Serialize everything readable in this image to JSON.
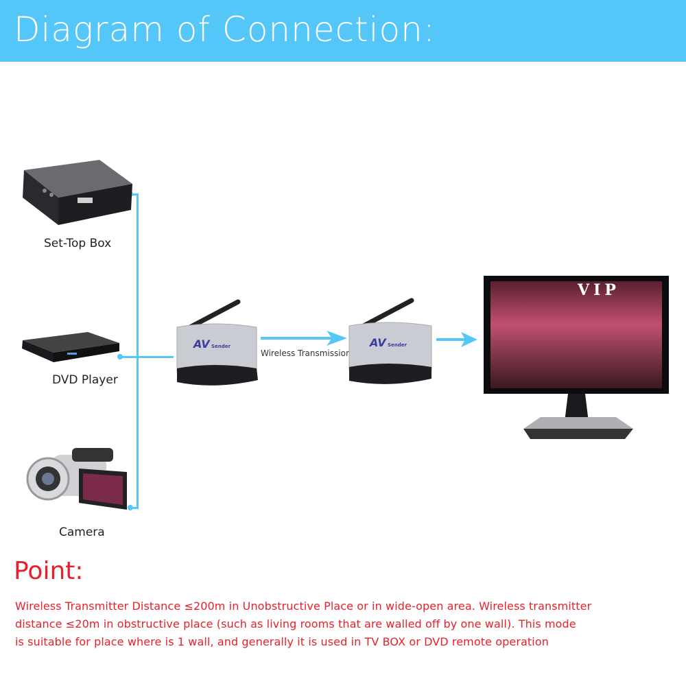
{
  "header": {
    "title": "Diagram of Connection:"
  },
  "sources": [
    {
      "label": "Set-Top Box"
    },
    {
      "label": "DVD Player"
    },
    {
      "label": "Camera"
    }
  ],
  "transmitter": {
    "brand": "AV Sender"
  },
  "receiver": {
    "brand": "AV Sender"
  },
  "link_label": "Wireless Transmission",
  "tv": {
    "screen_text": "VIP"
  },
  "point": {
    "title": "Point:",
    "lines": [
      "Wireless Transmitter Distance ≤200m in Unobstructive Place or in wide-open area. Wireless transmitter",
      "distance ≤20m in obstructive place (such as living rooms that are walled off by one wall). This mode",
      "is suitable for place where is 1 wall, and generally it is used in TV BOX or DVD remote operation"
    ]
  },
  "colors": {
    "accent": "#55c6f8",
    "point_text": "#e8202a"
  }
}
